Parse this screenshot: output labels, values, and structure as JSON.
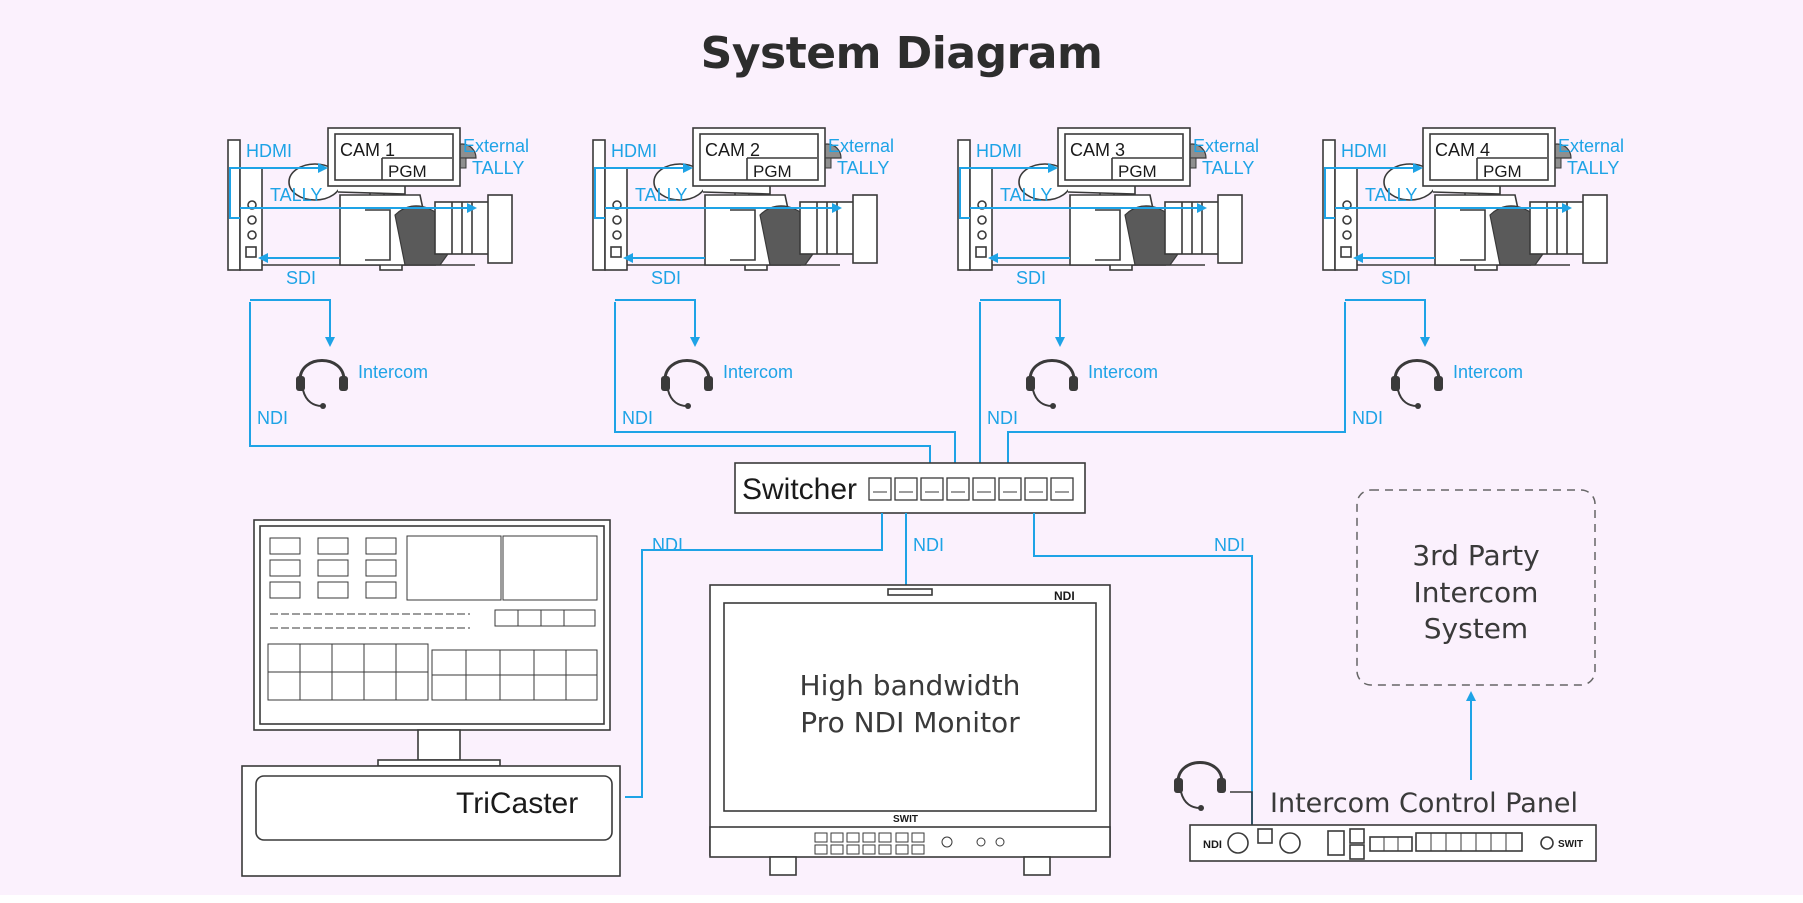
{
  "title": "System Diagram",
  "cameras": [
    {
      "cam_label": "CAM 1",
      "pgm": "PGM",
      "hdmi": "HDMI",
      "tally": "TALLY",
      "external": "External",
      "external_tally": "TALLY",
      "sdi": "SDI",
      "intercom": "Intercom",
      "ndi": "NDI"
    },
    {
      "cam_label": "CAM 2",
      "pgm": "PGM",
      "hdmi": "HDMI",
      "tally": "TALLY",
      "external": "External",
      "external_tally": "TALLY",
      "sdi": "SDI",
      "intercom": "Intercom",
      "ndi": "NDI"
    },
    {
      "cam_label": "CAM 3",
      "pgm": "PGM",
      "hdmi": "HDMI",
      "tally": "TALLY",
      "external": "External",
      "external_tally": "TALLY",
      "sdi": "SDI",
      "intercom": "Intercom",
      "ndi": "NDI"
    },
    {
      "cam_label": "CAM 4",
      "pgm": "PGM",
      "hdmi": "HDMI",
      "tally": "TALLY",
      "external": "External",
      "external_tally": "TALLY",
      "sdi": "SDI",
      "intercom": "Intercom",
      "ndi": "NDI"
    }
  ],
  "switcher": {
    "label": "Switcher",
    "ndi_left": "NDI",
    "ndi_center": "NDI",
    "ndi_right": "NDI"
  },
  "tricaster": {
    "label": "TriCaster"
  },
  "monitor": {
    "line1": "High bandwidth",
    "line2": "Pro NDI Monitor",
    "brand": "SWIT",
    "badge": "NDI"
  },
  "third_party": {
    "line1": "3rd Party",
    "line2": "Intercom",
    "line3": "System"
  },
  "intercom_panel": {
    "label": "Intercom Control Panel",
    "brand": "SWIT",
    "badge": "NDI"
  },
  "colors": {
    "wire": "#1ea3e6",
    "background": "#fbf1fd",
    "title": "#2d2d2d"
  }
}
